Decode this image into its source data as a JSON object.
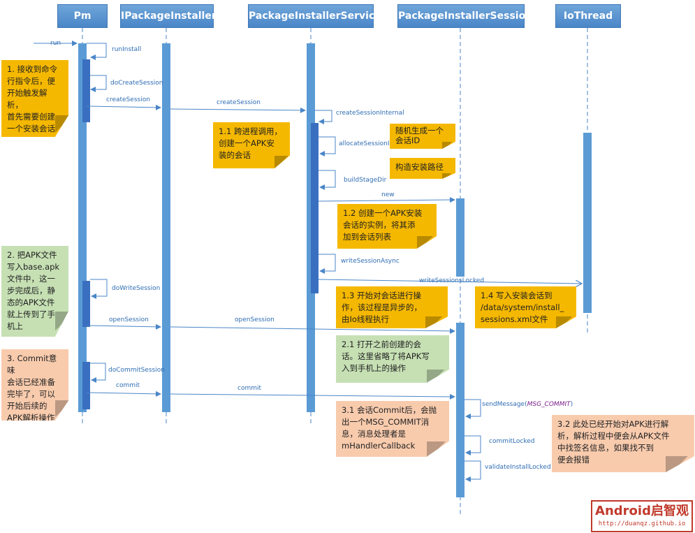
{
  "lifelines": [
    {
      "id": "pm",
      "label": "Pm"
    },
    {
      "id": "ipi",
      "label": "IPackageInstaller"
    },
    {
      "id": "pis",
      "label": "PackageInstallerService"
    },
    {
      "id": "session",
      "label": "PackageInstallerSession"
    },
    {
      "id": "io",
      "label": "IoThread"
    }
  ],
  "messages": [
    {
      "id": "run",
      "label": "run"
    },
    {
      "id": "runInstall",
      "label": "runInstall"
    },
    {
      "id": "doCreateSession",
      "label": "doCreateSession"
    },
    {
      "id": "createSession1",
      "label": "createSession"
    },
    {
      "id": "createSession2",
      "label": "createSession"
    },
    {
      "id": "createSessionInternal",
      "label": "createSessionInternal"
    },
    {
      "id": "allocateSessionId",
      "label": "allocateSessionId"
    },
    {
      "id": "buildStageDir",
      "label": "buildStageDir"
    },
    {
      "id": "new",
      "label": "new"
    },
    {
      "id": "writeSessionAsync",
      "label": "writeSessionAsync"
    },
    {
      "id": "writeSessionsLocked",
      "label": "writeSessionsLocked"
    },
    {
      "id": "doWriteSession",
      "label": "doWriteSession"
    },
    {
      "id": "openSession1",
      "label": "openSession"
    },
    {
      "id": "openSession2",
      "label": "openSession"
    },
    {
      "id": "doCommitSession",
      "label": "doCommitSession"
    },
    {
      "id": "commit1",
      "label": "commit"
    },
    {
      "id": "commit2",
      "label": "commit"
    },
    {
      "id": "sendMessage",
      "label": "sendMessage(",
      "arg": "MSG_COMMIT",
      "close": ")"
    },
    {
      "id": "commitLocked",
      "label": "commitLocked"
    },
    {
      "id": "validateInstallLocked",
      "label": "validateInstallLocked"
    }
  ],
  "notes": [
    {
      "id": "n1",
      "text": "1. 接收到命令\n行指令后，便\n开始触发解析，\n首先需要创建\n一个安装会话\nSession",
      "color": "#f5b800"
    },
    {
      "id": "n11",
      "text": "1.1 跨进程调用，\n创建一个APK安\n装的会话",
      "color": "#f5b800"
    },
    {
      "id": "nr",
      "text": "随机生成一个\n会话ID",
      "color": "#f5b800"
    },
    {
      "id": "nb",
      "text": "构造安装路径",
      "color": "#f5b800"
    },
    {
      "id": "n12",
      "text": "1.2 创建一个APK安装\n会话的实例，将其添\n加到会话列表",
      "color": "#f5b800"
    },
    {
      "id": "n2",
      "text": "2. 把APK文件\n写入base.apk\n文件中，这一\n步完成后，静\n态的APK文件\n就上传到了手\n机上",
      "color": "#c6e0b4"
    },
    {
      "id": "n13",
      "text": "1.3 开始对会话进行操\n作，该过程是异步的，\n由Io线程执行",
      "color": "#f5b800"
    },
    {
      "id": "n14",
      "text": "1.4 写入安装会话到\n/data/system/install_\nsessions.xml文件",
      "color": "#f5b800"
    },
    {
      "id": "n21",
      "text": "2.1 打开之前创建的会\n话。这里省略了将APK写\n入到手机上的操作",
      "color": "#c6e0b4"
    },
    {
      "id": "n3",
      "text": "3. Commit意味\n会话已经准备\n完毕了，可以\n开始后续的\nAPK解析操作",
      "color": "#f8cbad"
    },
    {
      "id": "n31",
      "text": "3.1 会话Commit后，会抛\n出一个MSG_COMMIT消\n息，消息处理者是\nmHandlerCallback",
      "color": "#f8cbad"
    },
    {
      "id": "n32",
      "text": "3.2 此处已经开始对APK进行解\n析，解析过程中便会从APK文件\n中找签名信息，如果找不到\n便会报错",
      "color": "#f8cbad"
    }
  ],
  "logo": {
    "title": "Android启智观",
    "url": "http://duanqz.github.io"
  },
  "colors": {
    "line": "#4a86c8",
    "activation": "#5b9bd5",
    "activation_dark": "#3a6fc0",
    "label": "#2f6db3"
  }
}
